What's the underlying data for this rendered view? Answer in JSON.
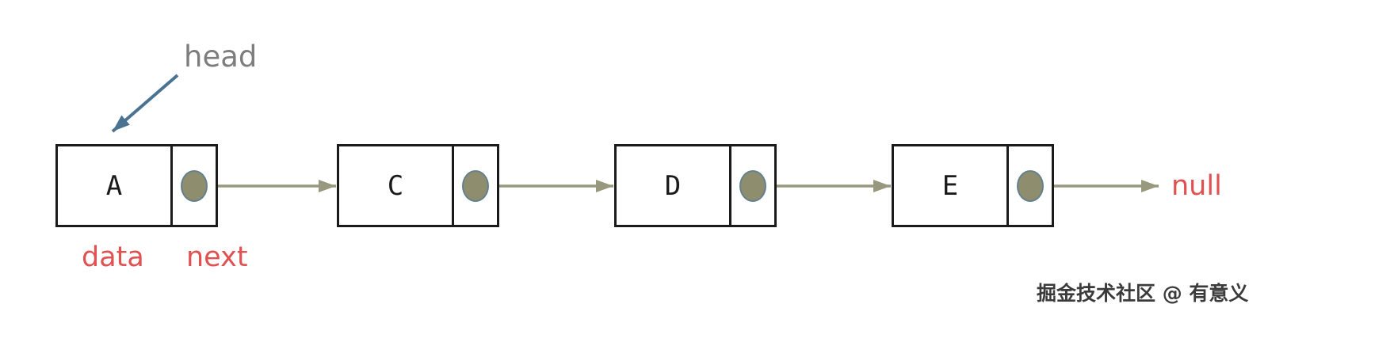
{
  "labels": {
    "head": "head",
    "data": "data",
    "next": "next",
    "null": "null",
    "watermark": "掘金技术社区 @ 有意义"
  },
  "nodes": [
    {
      "label": "A"
    },
    {
      "label": "C"
    },
    {
      "label": "D"
    },
    {
      "label": "E"
    }
  ],
  "colors": {
    "node_border": "#1b1b1b",
    "node_text": "#1b1b1b",
    "pointer_fill": "#8e8e6e",
    "pointer_stroke": "#64808f",
    "arrow": "#98987e",
    "head_arrow": "#4a7392",
    "accent_red": "#e05252",
    "head_text": "#7d7d7d",
    "watermark_text": "#3b3b3b"
  }
}
